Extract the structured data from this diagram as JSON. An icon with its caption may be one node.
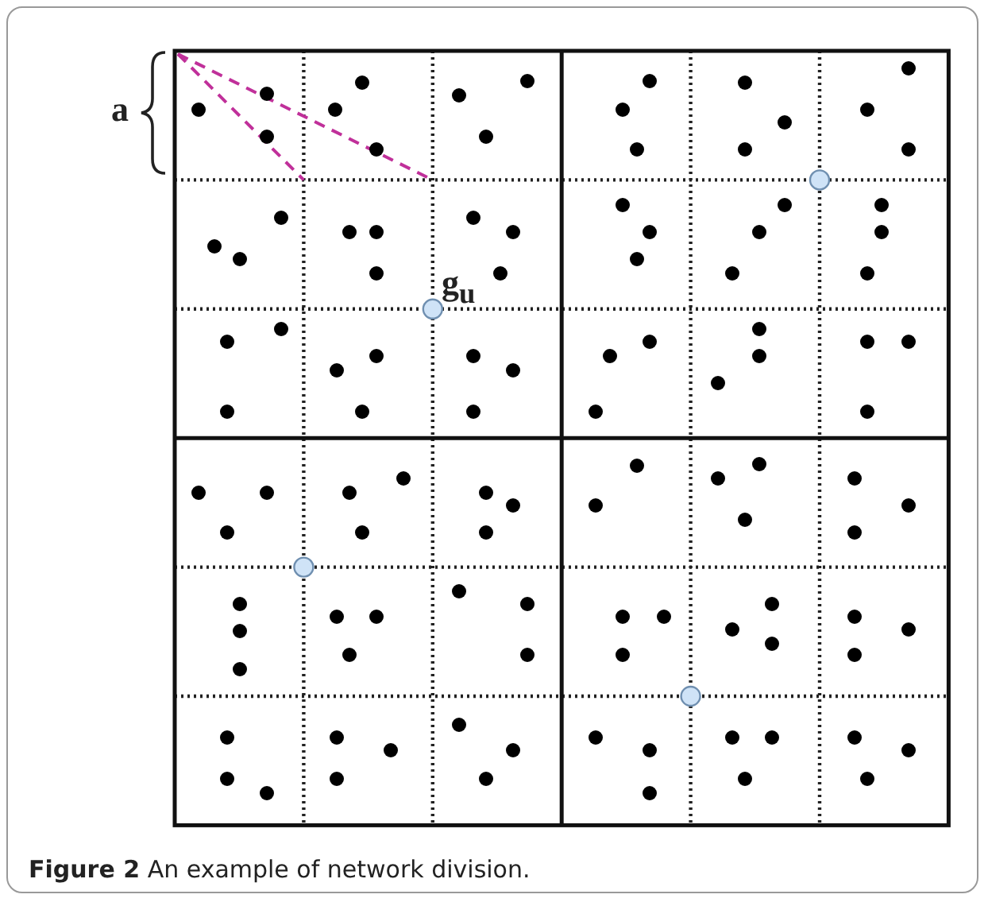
{
  "diagram": {
    "caption": "**Figure 2** An example of network division.",
    "labels": [
      "a",
      "g$_{u}$"
    ]
  }
}
